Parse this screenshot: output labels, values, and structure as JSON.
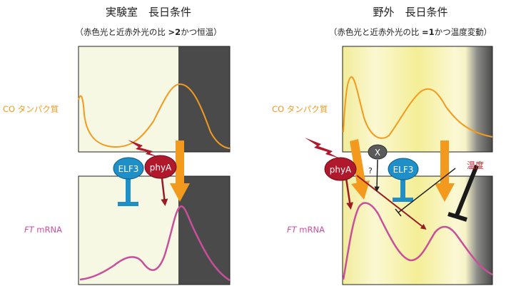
{
  "left": {
    "title": "実験室　長日条件",
    "subtitle_open": "（赤色光と近赤外光の比 ",
    "subtitle_ratio": ">2",
    "subtitle_close": "かつ恒温）",
    "co_label_prefix": "CO",
    "co_label_suffix": " タンパク質",
    "ft_label_prefix": "FT",
    "ft_label_suffix": " mRNA",
    "elf3": "ELF3",
    "phya": "phyA"
  },
  "right": {
    "title": "野外　長日条件",
    "subtitle_open": "（赤色光と近赤外光の比 ",
    "subtitle_ratio": "=1",
    "subtitle_close": "かつ温度変動）",
    "co_label_prefix": "CO",
    "co_label_suffix": " タンパク質",
    "ft_label_prefix": "FT",
    "ft_label_suffix": " mRNA",
    "elf3": "ELF3",
    "phya": "phyA",
    "x_factor": "X",
    "question": "?",
    "temperature": "温度"
  },
  "colors": {
    "co_curve": "#f39a1e",
    "ft_curve": "#c8509a",
    "elf3": "#1f8fc8",
    "phya": "#b0182c",
    "dark_night": "#4a4a4a",
    "lab_light": "#f6f8e4",
    "field_light": "#f4ee9a",
    "temperature_text": "#d2232a",
    "label_orange": "#f39a1e",
    "label_magenta": "#c8509a"
  }
}
